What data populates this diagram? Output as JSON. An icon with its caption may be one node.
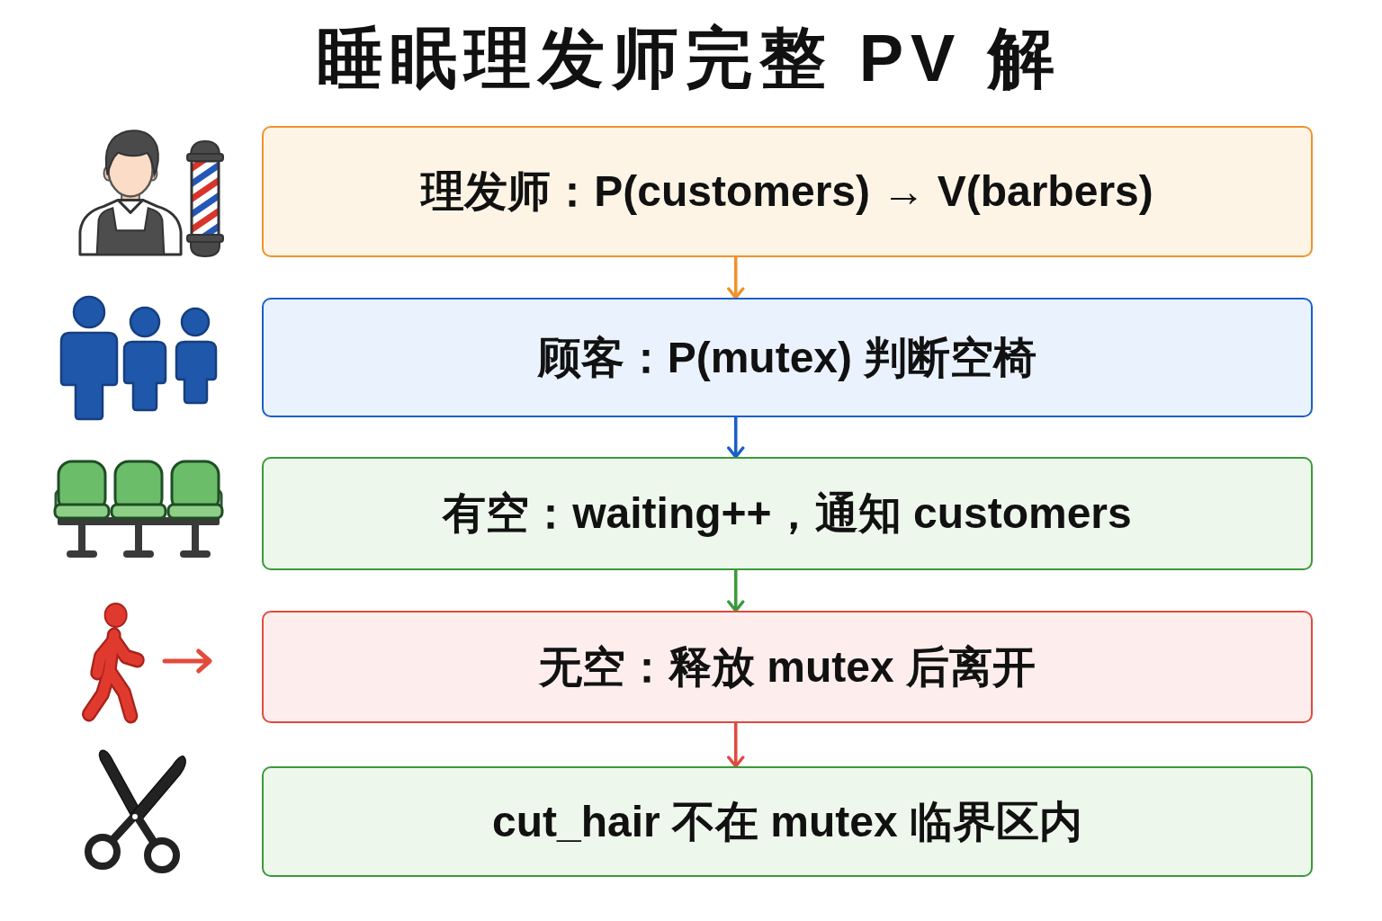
{
  "diagram": {
    "title": "睡眠理发师完整 PV 解",
    "nodes": [
      {
        "text": [
          "理发师：P(customers) → V(barbers)"
        ]
      },
      {
        "text": [
          "顾客：P(mutex) 判断空椅"
        ]
      },
      {
        "text": [
          "有空：waiting++，通知 customers"
        ]
      },
      {
        "text": [
          "无空：释放 mutex 后离开"
        ]
      },
      {
        "text": [
          "cut_hair 不在 mutex 临界区内"
        ]
      }
    ],
    "edges": [
      {
        "from": 0,
        "to": 1,
        "arrow": "to",
        "color": "#f0922b"
      },
      {
        "from": 1,
        "to": 2,
        "arrow": "to",
        "color": "#1a5fc8"
      },
      {
        "from": 2,
        "to": 3,
        "arrow": "to",
        "color": "#3a9a3a"
      },
      {
        "from": 3,
        "to": 4,
        "arrow": "to",
        "color": "#e04a3f"
      }
    ]
  }
}
